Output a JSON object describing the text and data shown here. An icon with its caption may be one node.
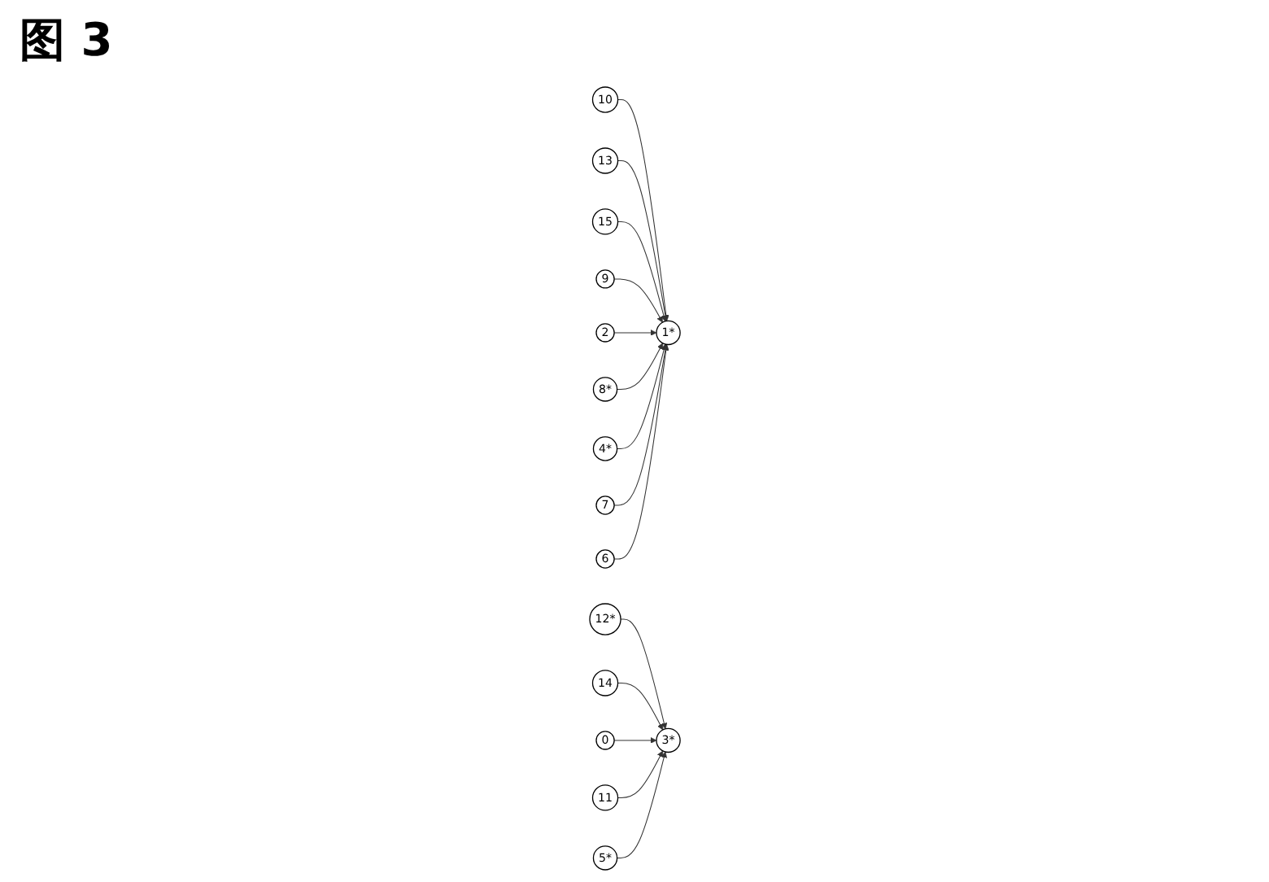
{
  "diagram": {
    "title": "图 3",
    "nodes": [
      {
        "text": [
          "10"
        ]
      },
      {
        "text": [
          "13"
        ]
      },
      {
        "text": [
          "15"
        ]
      },
      {
        "text": [
          "9"
        ]
      },
      {
        "text": [
          "1*"
        ]
      },
      {
        "text": [
          "2"
        ]
      },
      {
        "text": [
          "8*"
        ]
      },
      {
        "text": [
          "4*"
        ]
      },
      {
        "text": [
          "7"
        ]
      },
      {
        "text": [
          "6"
        ]
      },
      {
        "text": [
          "12*"
        ]
      },
      {
        "text": [
          "14"
        ]
      },
      {
        "text": [
          "3*"
        ]
      },
      {
        "text": [
          "0"
        ]
      },
      {
        "text": [
          "11"
        ]
      },
      {
        "text": [
          "5*"
        ]
      }
    ],
    "edges": [
      {
        "from": 0,
        "to": 4,
        "arrow": "to"
      },
      {
        "from": 1,
        "to": 4,
        "arrow": "to"
      },
      {
        "from": 2,
        "to": 4,
        "arrow": "to"
      },
      {
        "from": 3,
        "to": 4,
        "arrow": "to"
      },
      {
        "from": 5,
        "to": 4,
        "arrow": "to"
      },
      {
        "from": 6,
        "to": 4,
        "arrow": "to"
      },
      {
        "from": 7,
        "to": 4,
        "arrow": "to"
      },
      {
        "from": 8,
        "to": 4,
        "arrow": "to"
      },
      {
        "from": 9,
        "to": 4,
        "arrow": "to"
      },
      {
        "from": 10,
        "to": 12,
        "arrow": "to"
      },
      {
        "from": 11,
        "to": 12,
        "arrow": "to"
      },
      {
        "from": 13,
        "to": 12,
        "arrow": "to"
      },
      {
        "from": 14,
        "to": 12,
        "arrow": "to"
      },
      {
        "from": 15,
        "to": 12,
        "arrow": "to"
      }
    ]
  }
}
